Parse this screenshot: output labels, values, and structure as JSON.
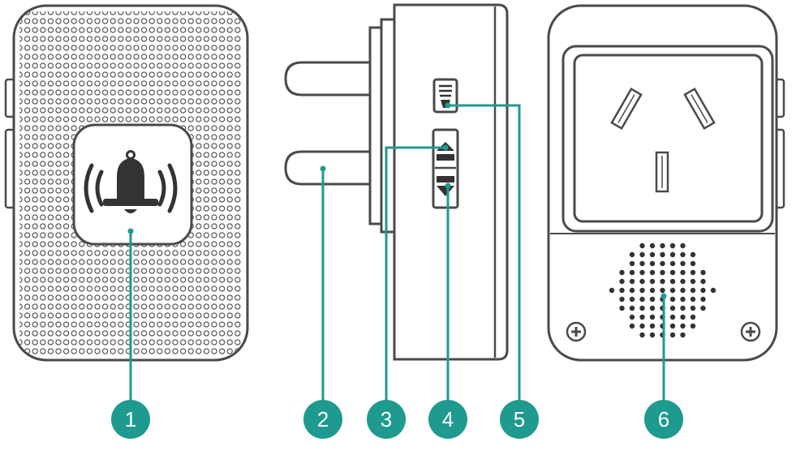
{
  "colors": {
    "outline": "#4a4a4a",
    "accent": "#1f9a8e",
    "badge": "#1f9a8e",
    "bell": "#333333",
    "device_fill": "#ffffff"
  },
  "icons": {
    "bell": "bell-icon",
    "volume_up": "arrow-up-icon",
    "volume_down": "arrow-down-icon",
    "music": "music-select-icon",
    "screw": "screw-icon"
  },
  "callouts": [
    {
      "id": "1",
      "label": "1"
    },
    {
      "id": "2",
      "label": "2"
    },
    {
      "id": "3",
      "label": "3"
    },
    {
      "id": "4",
      "label": "4"
    },
    {
      "id": "5",
      "label": "5"
    },
    {
      "id": "6",
      "label": "6"
    }
  ]
}
